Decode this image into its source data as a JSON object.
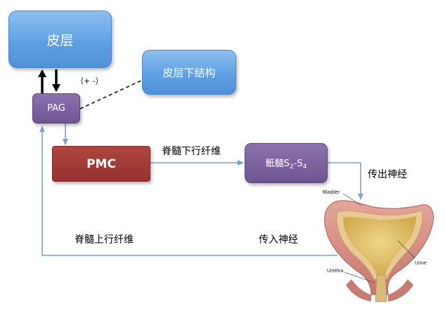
{
  "nodes": {
    "cortex": "皮层",
    "subcortex": "皮层下结构",
    "pag": "PAG",
    "pmc": "PMC",
    "sacral": {
      "base": "骶髓S",
      "sub1": "2",
      "dash": "-S",
      "sub2": "4"
    }
  },
  "labels": {
    "descending_fibers": "脊髓下行纤维",
    "efferent_nerve": "传出神经",
    "ascending_fibers": "脊髓上行纤维",
    "afferent_nerve": "传入神经",
    "cortex_pag_feedback": "（+ -）"
  },
  "bladder_labels": {
    "bladder": "Bladder",
    "urine": "Urine",
    "urethra": "Urethra"
  },
  "colors": {
    "box_blue": "#5fa0e4",
    "box_purple": "#6e5592",
    "box_red": "#943330",
    "connector": "#7aa3d4",
    "arrow_black": "#000000"
  }
}
